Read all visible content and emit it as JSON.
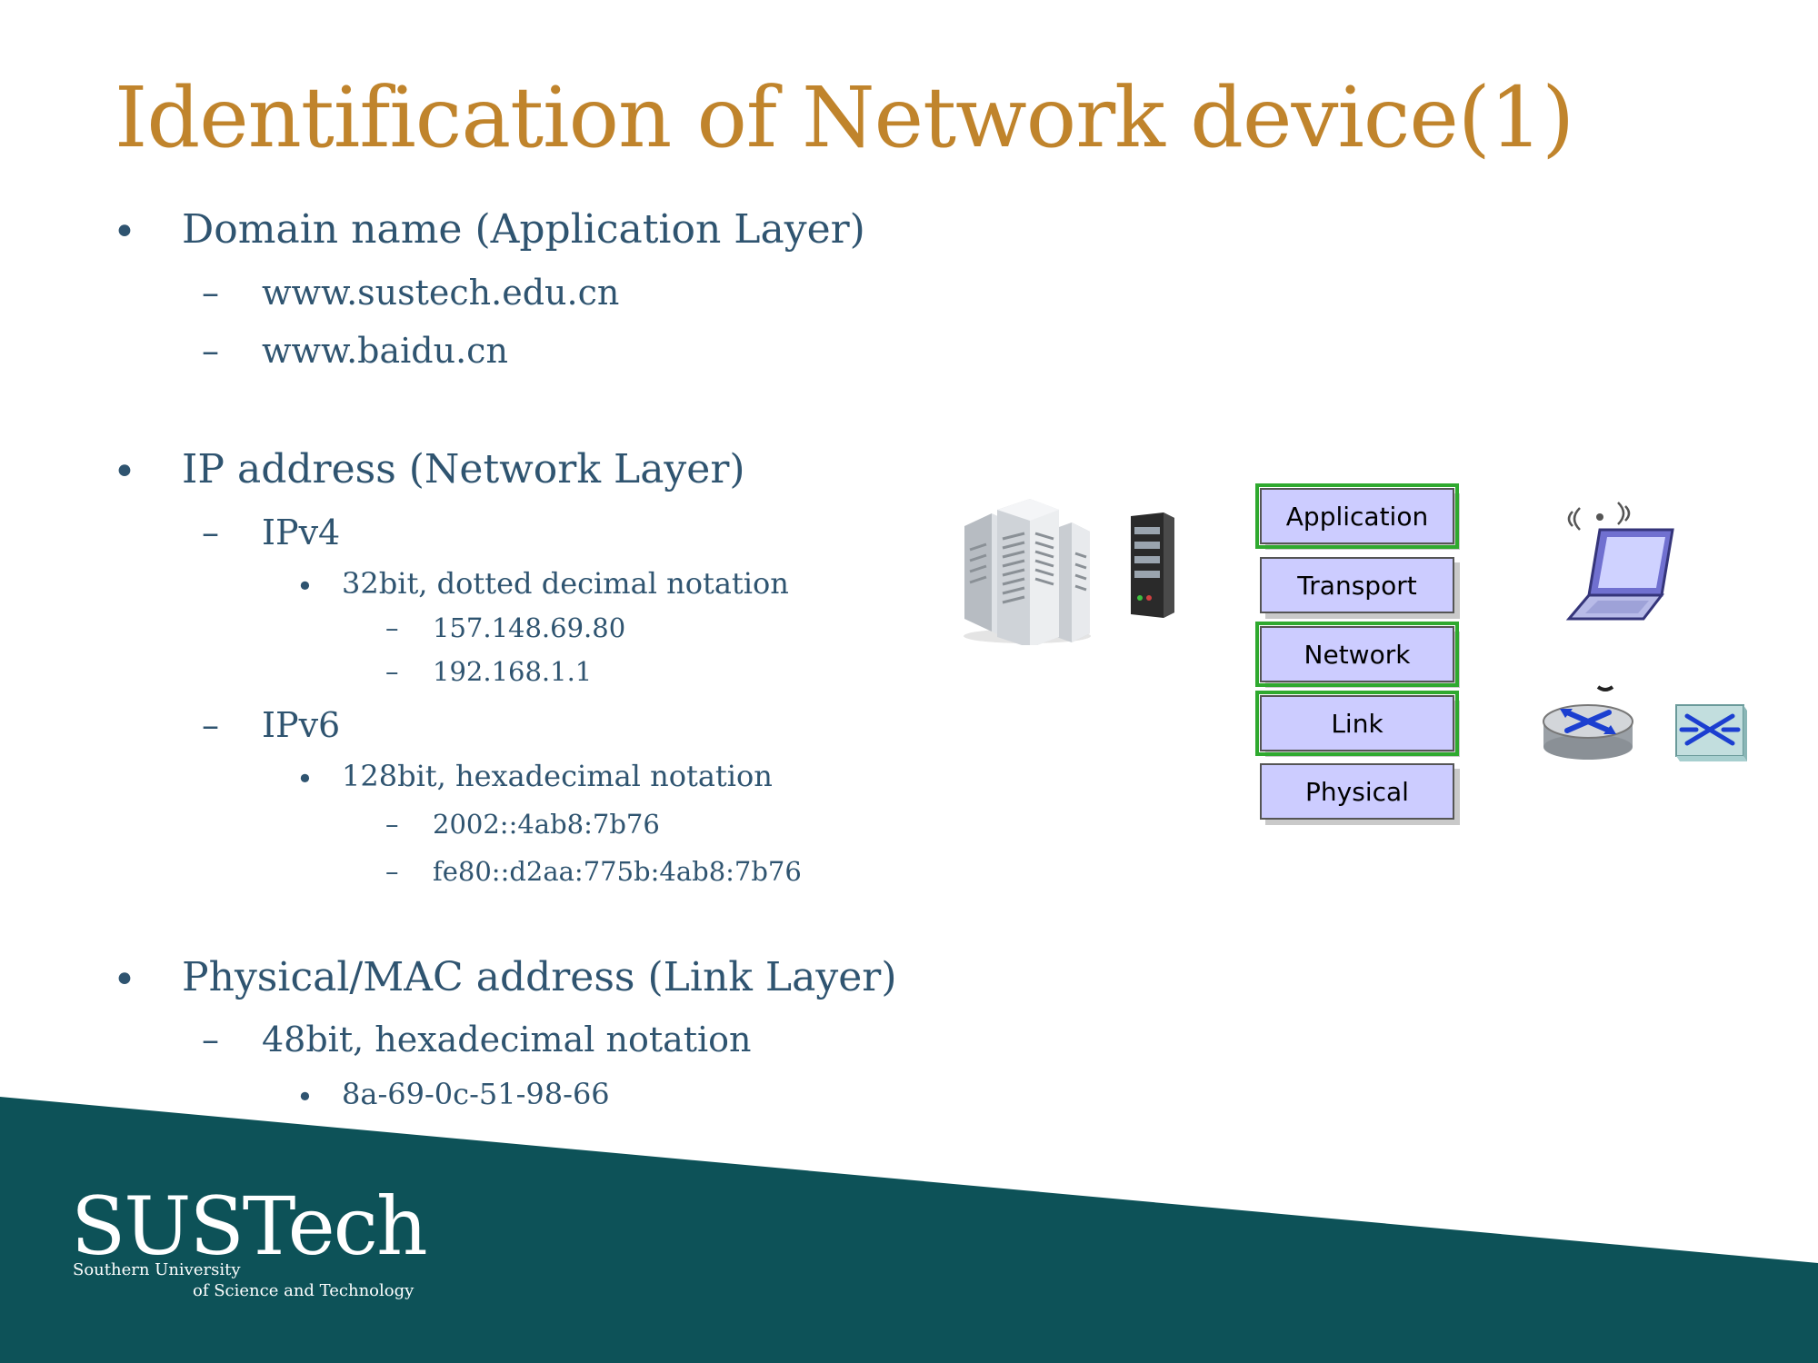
{
  "slide": {
    "title": "Identification of Network device(1)",
    "bullet_symbol": "•",
    "dash_symbol": "–",
    "sections": {
      "domain": {
        "heading": "Domain name (Application Layer)",
        "items": [
          "www.sustech.edu.cn",
          "www.baidu.cn"
        ]
      },
      "ip": {
        "heading": "IP address (Network Layer)",
        "ipv4": {
          "label": "IPv4",
          "detail": "32bit, dotted decimal notation",
          "examples": [
            "157.148.69.80",
            "192.168.1.1"
          ]
        },
        "ipv6": {
          "label": "IPv6",
          "detail": "128bit, hexadecimal notation",
          "examples": [
            "2002::4ab8:7b76",
            "fe80::d2aa:775b:4ab8:7b76"
          ]
        }
      },
      "mac": {
        "heading": "Physical/MAC address  (Link Layer)",
        "detail": "48bit, hexadecimal notation",
        "example": "8a-69-0c-51-98-66"
      }
    },
    "protocol_stack": {
      "layers": [
        "Application",
        "Transport",
        "Network",
        "Link",
        "Physical"
      ],
      "highlighted": [
        "Application",
        "Network",
        "Link"
      ],
      "highlight_color": "#2fa92f",
      "box_color": "#ccccff"
    },
    "icons": [
      "server-cluster-icon",
      "server-tower-icon",
      "wireless-laptop-icon",
      "router-icon",
      "switch-icon"
    ],
    "colors": {
      "title": "#c0842c",
      "text": "#2f5470",
      "footer_band": "#0d5258"
    },
    "logo": {
      "name": "SUSTech",
      "line1": "Southern University",
      "line2": "of Science and Technology"
    }
  }
}
